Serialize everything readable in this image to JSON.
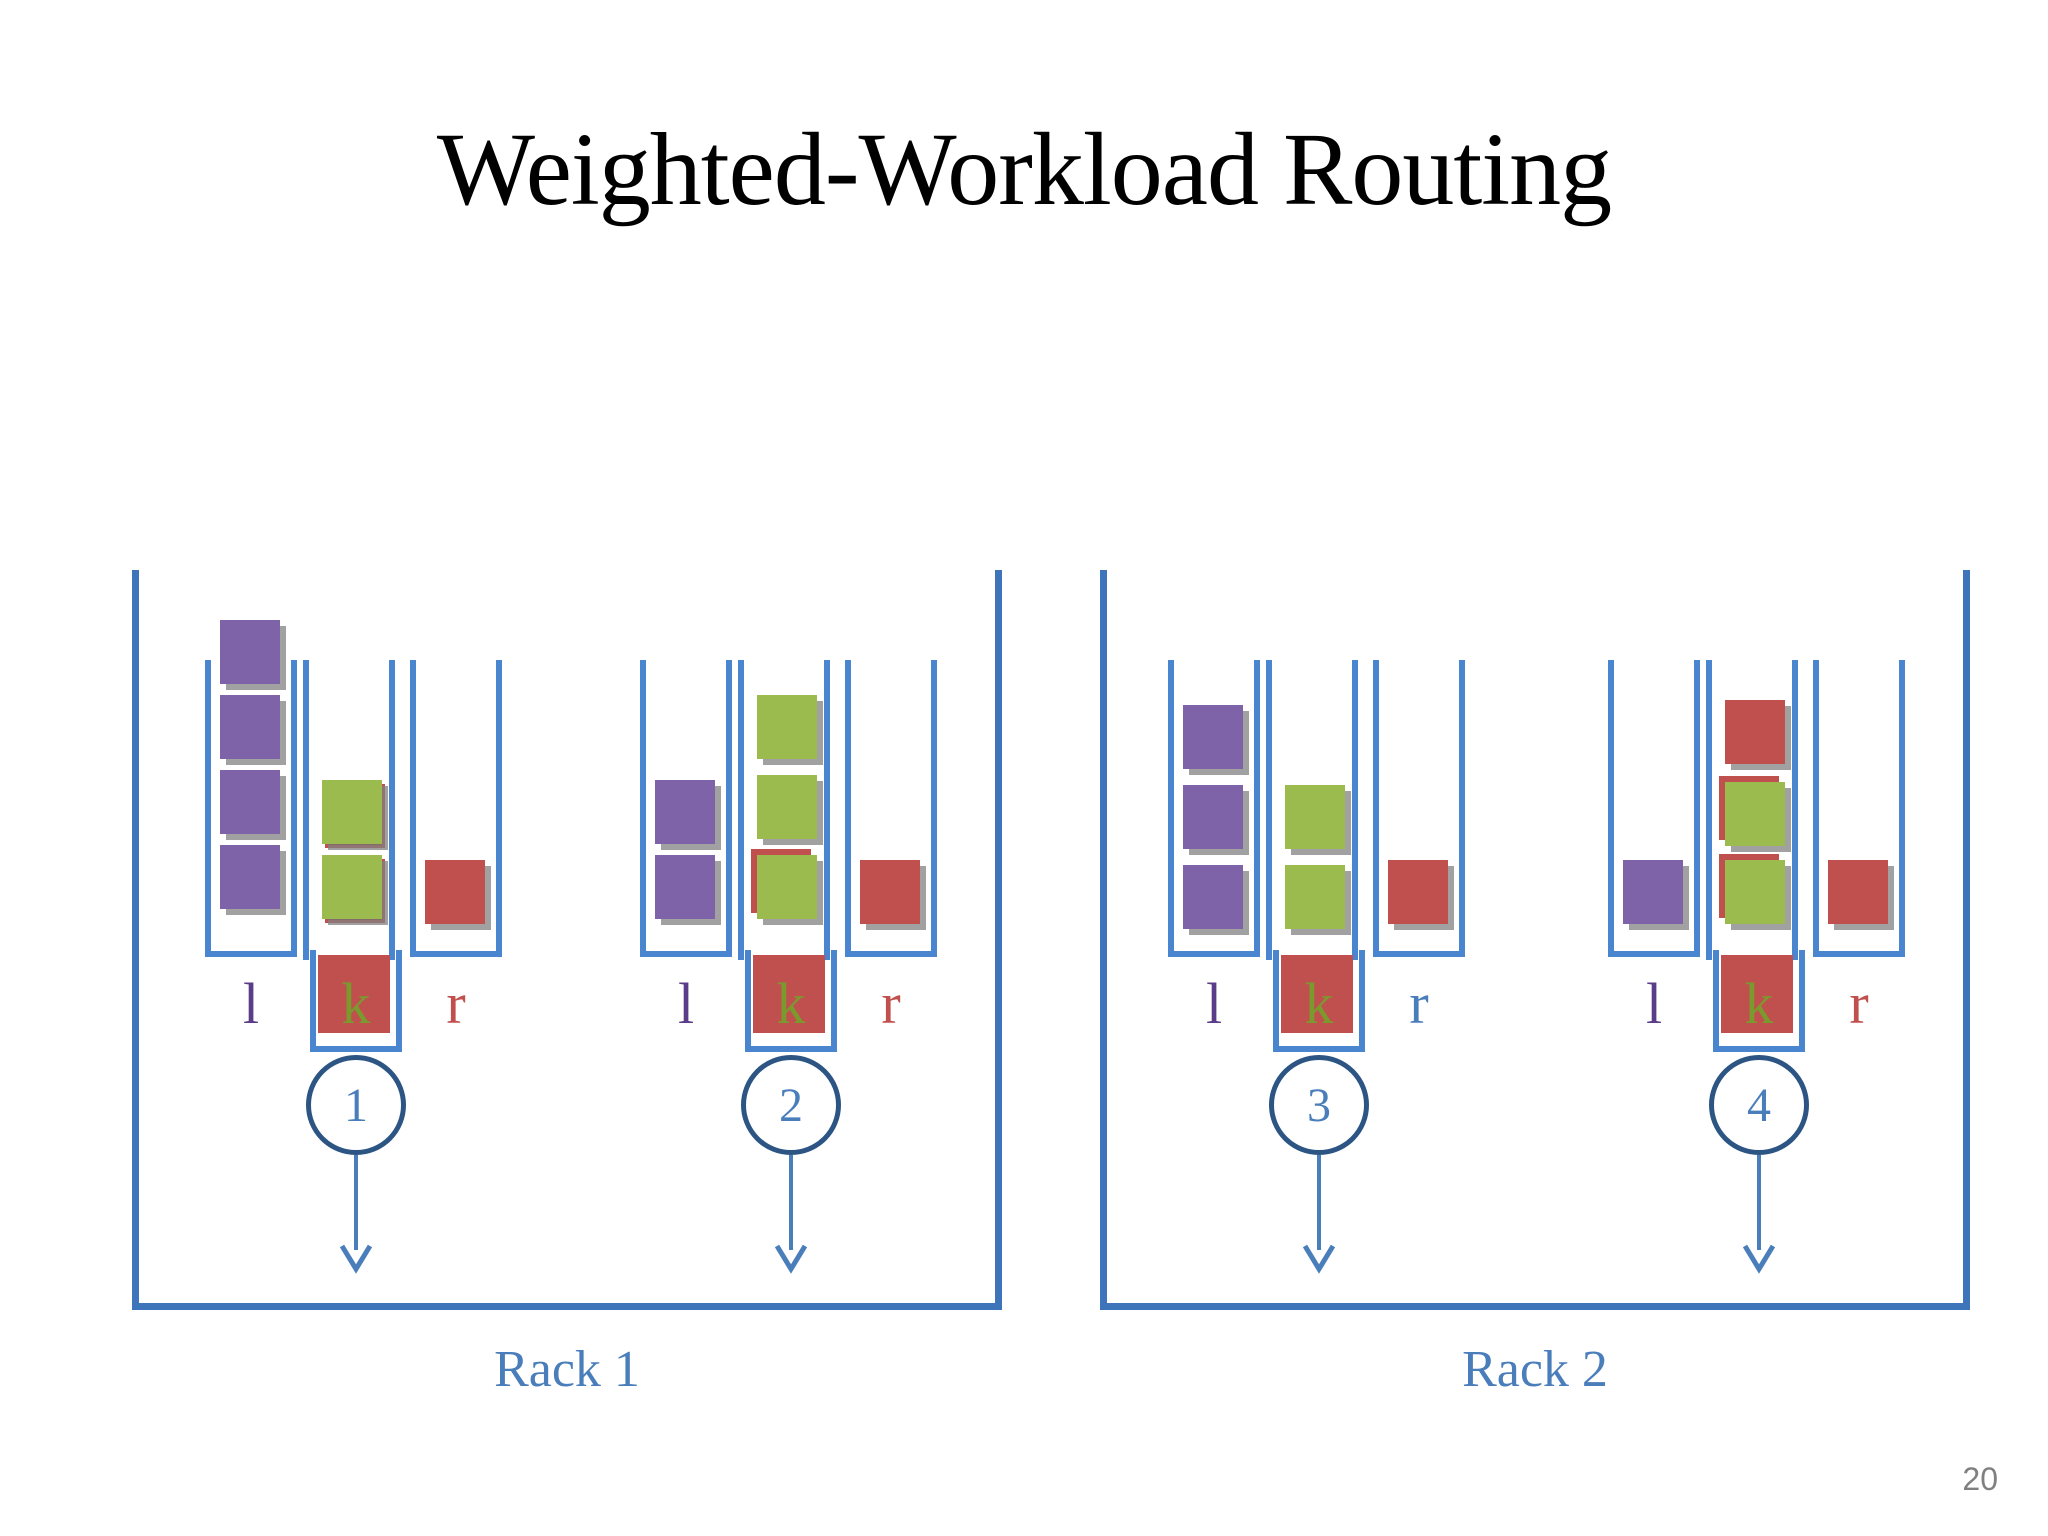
{
  "slide": {
    "title": "Weighted-Workload Routing",
    "page_number": "20",
    "colors": {
      "block_purple": "#7f63a8",
      "block_green": "#9bbb4f",
      "block_red": "#c0504d",
      "frame_blue": "#4a86d0",
      "rack_blue": "#3d74ba",
      "circle_border": "#2c5584",
      "circle_text": "#4a7ebb",
      "rack_label": "#4a7ebb",
      "label_l": "#5b3c88",
      "label_k": "#7a9a2e",
      "label_r_red": "#c0504d",
      "label_r_blue": "#4a7ebb",
      "page_number": "#808080"
    }
  },
  "racks": [
    {
      "id": "rack-1",
      "label": "Rack 1"
    },
    {
      "id": "rack-2",
      "label": "Rack 2"
    }
  ],
  "servers": [
    {
      "id": 1,
      "circle_label": "1",
      "rack": "rack-1",
      "queues": {
        "l": {
          "label": "l",
          "label_color": "label_l",
          "blocks": [
            "purple",
            "purple",
            "purple",
            "purple"
          ]
        },
        "k": {
          "label": "k",
          "label_color": "label_k",
          "blocks": [
            "green-behind-red",
            "green-behind-red",
            "red"
          ]
        },
        "r": {
          "label": "r",
          "label_color": "label_r_red",
          "blocks": [
            "red"
          ]
        }
      }
    },
    {
      "id": 2,
      "circle_label": "2",
      "rack": "rack-1",
      "queues": {
        "l": {
          "label": "l",
          "label_color": "label_l",
          "blocks": [
            "purple",
            "purple"
          ]
        },
        "k": {
          "label": "k",
          "label_color": "label_k",
          "blocks": [
            "green",
            "green",
            "green-behind-red",
            "red"
          ]
        },
        "r": {
          "label": "r",
          "label_color": "label_r_red",
          "blocks": [
            "red"
          ]
        }
      }
    },
    {
      "id": 3,
      "circle_label": "3",
      "rack": "rack-2",
      "queues": {
        "l": {
          "label": "l",
          "label_color": "label_l",
          "blocks": [
            "purple",
            "purple",
            "purple"
          ]
        },
        "k": {
          "label": "k",
          "label_color": "label_k",
          "blocks": [
            "green",
            "green",
            "red"
          ]
        },
        "r": {
          "label": "r",
          "label_color": "label_r_blue",
          "blocks": [
            "red"
          ]
        }
      }
    },
    {
      "id": 4,
      "circle_label": "4",
      "rack": "rack-2",
      "queues": {
        "l": {
          "label": "l",
          "label_color": "label_l",
          "blocks": [
            "purple"
          ]
        },
        "k": {
          "label": "k",
          "label_color": "label_k",
          "blocks": [
            "red",
            "green-behind-red",
            "green-behind-red",
            "red"
          ]
        },
        "r": {
          "label": "r",
          "label_color": "label_r_red",
          "blocks": [
            "red"
          ]
        }
      }
    }
  ]
}
